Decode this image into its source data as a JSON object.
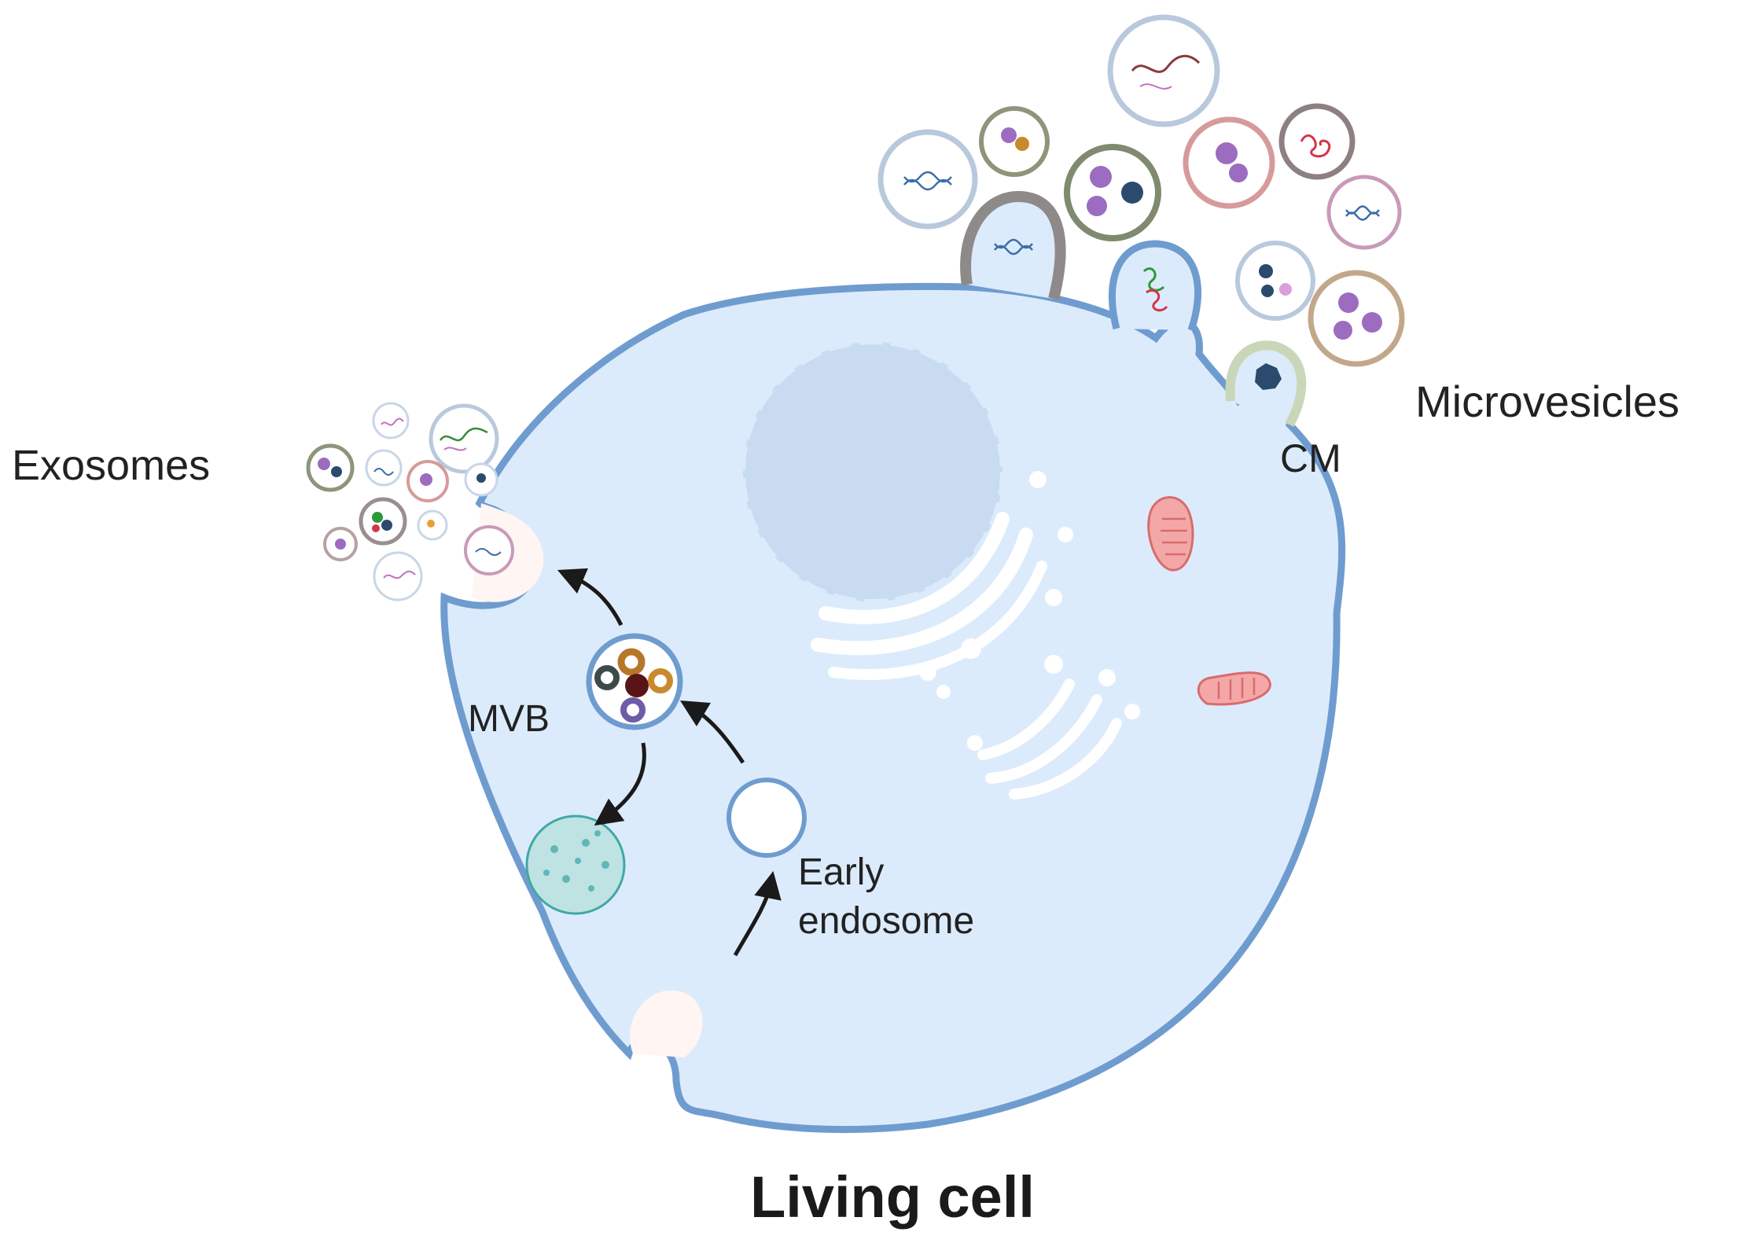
{
  "labels": {
    "exosomes": "Exosomes",
    "microvesicles": "Microvesicles",
    "cm": "CM",
    "mvb": "MVB",
    "early_endosome_line1": "Early",
    "early_endosome_line2": "endosome",
    "title": "Living cell"
  },
  "colors": {
    "cytoplasm": "#dcebfb",
    "membrane": "#6f9ccf",
    "nucleus": "#c9dbf1",
    "organelle": "#ffffff",
    "mitochondria": "#e07a7a",
    "lysosome": "#bfe2e2",
    "text": "#222222"
  },
  "icons": {
    "dna": "dna-icon",
    "protein": "protein-icon",
    "rna": "rna-icon",
    "arrow": "arrow-icon"
  }
}
